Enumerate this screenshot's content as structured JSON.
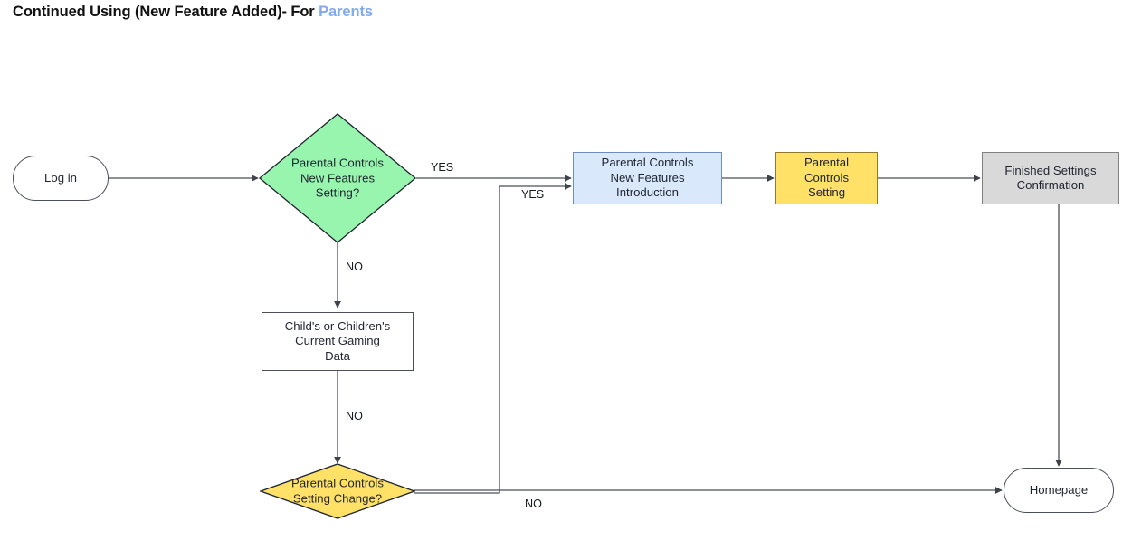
{
  "title": {
    "main": "Continued Using (New Feature Added)- For ",
    "accent": "Parents"
  },
  "colors": {
    "accent_title": "#7fa9f0",
    "decision_start": "#97f5ad",
    "decision_change": "#ffe168",
    "process_blue": "#dae8fc",
    "process_yellow": "#ffe168",
    "process_gray": "#d9d9d9",
    "node_border": "#4a4f59",
    "edge": "#4a4f59"
  },
  "chart_data": {
    "type": "diagram",
    "diagram_kind": "flowchart",
    "title": "Continued Using (New Feature Added)- For Parents",
    "nodes": [
      {
        "id": "login",
        "label": "Log in",
        "shape": "stadium",
        "fill": "#ffffff"
      },
      {
        "id": "dec_new_features",
        "label": "Parental Controls\nNew Features\nSetting?",
        "shape": "diamond",
        "fill": "#97f5ad"
      },
      {
        "id": "intro",
        "label": "Parental Controls\nNew Features\nIntroduction",
        "shape": "rectangle",
        "fill": "#dae8fc"
      },
      {
        "id": "setting",
        "label": "Parental\nControls\nSetting",
        "shape": "rectangle",
        "fill": "#ffe168"
      },
      {
        "id": "confirm",
        "label": "Finished Settings\nConfirmation",
        "shape": "rectangle",
        "fill": "#d9d9d9"
      },
      {
        "id": "gaming_data",
        "label": "Child's or Children's\nCurrent Gaming\nData",
        "shape": "rectangle",
        "fill": "#ffffff"
      },
      {
        "id": "dec_setting_change",
        "label": "Parental Controls\nSetting Change?",
        "shape": "diamond",
        "fill": "#ffe168"
      },
      {
        "id": "homepage",
        "label": "Homepage",
        "shape": "stadium",
        "fill": "#ffffff"
      }
    ],
    "edges": [
      {
        "from": "login",
        "to": "dec_new_features",
        "label": ""
      },
      {
        "from": "dec_new_features",
        "to": "intro",
        "label": "YES"
      },
      {
        "from": "dec_new_features",
        "to": "gaming_data",
        "label": "NO"
      },
      {
        "from": "intro",
        "to": "setting",
        "label": ""
      },
      {
        "from": "setting",
        "to": "confirm",
        "label": ""
      },
      {
        "from": "confirm",
        "to": "homepage",
        "label": ""
      },
      {
        "from": "gaming_data",
        "to": "dec_setting_change",
        "label": "NO"
      },
      {
        "from": "dec_setting_change",
        "to": "intro",
        "label": "YES"
      },
      {
        "from": "dec_setting_change",
        "to": "homepage",
        "label": "NO"
      }
    ]
  },
  "nodes": {
    "login": {
      "label": "Log in"
    },
    "dec_new_features": {
      "line1": "Parental Controls",
      "line2": "New Features",
      "line3": "Setting?"
    },
    "intro": {
      "line1": "Parental Controls",
      "line2": "New Features",
      "line3": "Introduction"
    },
    "setting": {
      "line1": "Parental",
      "line2": "Controls",
      "line3": "Setting"
    },
    "confirm": {
      "line1": "Finished Settings",
      "line2": "Confirmation"
    },
    "gaming_data": {
      "line1": "Child's or Children's",
      "line2": "Current Gaming",
      "line3": "Data"
    },
    "dec_setting_change": {
      "line1": "Parental Controls",
      "line2": "Setting Change?"
    },
    "homepage": {
      "label": "Homepage"
    }
  },
  "edge_labels": {
    "yes_top": "YES",
    "yes_loop": "YES",
    "no_from_decision": "NO",
    "no_from_data": "NO",
    "no_to_homepage": "NO"
  }
}
